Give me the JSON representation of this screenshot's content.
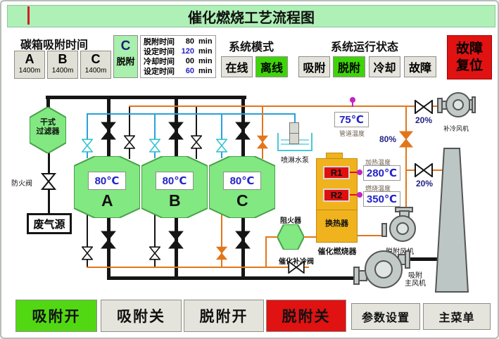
{
  "title": "催化燃烧工艺流程图",
  "colors": {
    "title_bg": "#aef0b6",
    "active_green": "#3fd40a",
    "button_green": "#52d813",
    "alarm_red": "#e01212",
    "tank_green": "#82e882",
    "burner_yellow": "#f0b31e",
    "pipe_black": "#151515",
    "pipe_orange": "#e2761b",
    "pipe_blue": "#29a0dc",
    "value_blue": "#2323c8"
  },
  "adsorption_panel": {
    "title": "碳箱吸附时间",
    "boxes": [
      {
        "name": "A",
        "value": "1400m"
      },
      {
        "name": "B",
        "value": "1400m"
      },
      {
        "name": "C",
        "value": "1400m"
      }
    ],
    "active_box": {
      "name": "C",
      "state": "脱附"
    },
    "timers": [
      {
        "label": "脱附时间",
        "value": "80",
        "unit": "min"
      },
      {
        "label": "设定时间",
        "value": "120",
        "unit": "min"
      },
      {
        "label": "冷却时间",
        "value": "00",
        "unit": "min"
      },
      {
        "label": "设定时间",
        "value": "60",
        "unit": "min"
      }
    ]
  },
  "system_mode": {
    "title": "系统模式",
    "options": [
      {
        "label": "在线",
        "active": false
      },
      {
        "label": "离线",
        "active": true
      }
    ]
  },
  "run_status": {
    "title": "系统运行状态",
    "options": [
      {
        "label": "吸附",
        "active": false
      },
      {
        "label": "脱附",
        "active": true
      },
      {
        "label": "冷却",
        "active": false
      },
      {
        "label": "故障",
        "active": false
      }
    ]
  },
  "fault_reset": {
    "line1": "故障",
    "line2": "复位"
  },
  "diagram": {
    "dry_filter_line1": "干式",
    "dry_filter_line2": "过滤器",
    "fire_valve_label": "防火阀",
    "waste_gas_source": "废气源",
    "tanks": [
      {
        "name": "A",
        "temp": "80℃"
      },
      {
        "name": "B",
        "temp": "80℃"
      },
      {
        "name": "C",
        "temp": "80℃"
      }
    ],
    "spray_pump_label": "喷淋水泵",
    "pipe_temp": {
      "value": "75℃",
      "label": "管道温度"
    },
    "valve_open_top": "20%",
    "valve_open_mid": "80%",
    "valve_open_bottom": "20%",
    "cooling_fan_label": "补冷风机",
    "burner": {
      "r1": "R1",
      "r2": "R2",
      "heating_label": "加热温度",
      "heating_temp": "280℃",
      "combustion_label": "燃烧温度",
      "combustion_temp": "350℃",
      "heat_exchanger": "换热器",
      "name": "催化燃烧器"
    },
    "flame_arrester_label": "阻火器",
    "catalytic_cool_valve_label": "催化补冷阀",
    "desorb_fan_label": "脱附风机",
    "main_fan_line1": "吸附",
    "main_fan_line2": "主风机"
  },
  "buttons": {
    "adsorb_on": "吸附开",
    "adsorb_off": "吸附关",
    "desorb_on": "脱附开",
    "desorb_off": "脱附关",
    "param_settings": "参数设置",
    "main_menu": "主菜单"
  }
}
